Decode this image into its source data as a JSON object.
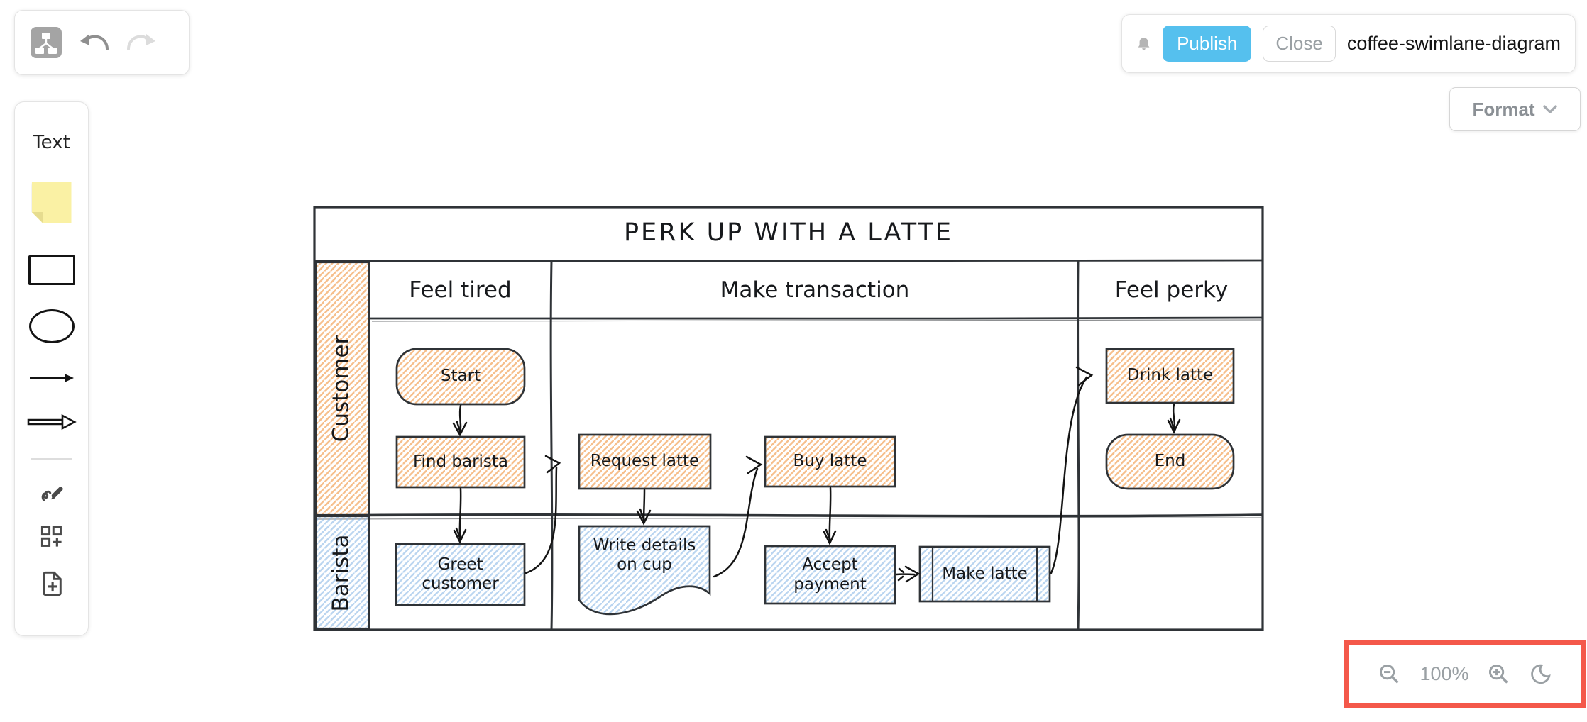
{
  "toolbar_left": {
    "logo_icon": "diagram-app-icon",
    "undo_icon": "undo-arrow",
    "redo_icon": "redo-arrow"
  },
  "toolbar_right": {
    "bell_icon": "notification-bell",
    "publish_label": "Publish",
    "close_label": "Close",
    "doc_title": "coffee-swimlane-diagram"
  },
  "format_button": {
    "label": "Format",
    "chevron_icon": "chevron-down"
  },
  "sidebar": {
    "text_tool_label": "Text",
    "tool_icons": [
      "sticky-note",
      "rectangle",
      "ellipse",
      "thin-arrow",
      "thick-arrow",
      "freehand-pen",
      "shapes-grid-plus",
      "file-plus"
    ]
  },
  "zoom_bar": {
    "zoom_out_icon": "magnifier-minus",
    "level": "100%",
    "zoom_in_icon": "magnifier-plus",
    "dark_mode_icon": "moon",
    "highlight_color": "#f4584a"
  },
  "diagram": {
    "title": "PERK UP WITH A LATTE",
    "columns": [
      "Feel tired",
      "Make transaction",
      "Feel perky"
    ],
    "lanes": [
      "Customer",
      "Barista"
    ],
    "nodes": {
      "start": "Start",
      "find_barista": "Find barista",
      "request_latte": "Request latte",
      "buy_latte": "Buy latte",
      "drink_latte": "Drink latte",
      "end": "End",
      "greet_customer": "Greet customer",
      "write_details": "Write details on cup",
      "accept_payment": "Accept payment",
      "make_latte": "Make latte"
    }
  },
  "colors": {
    "publish_blue": "#55c0ee",
    "annotation_red": "#f4584a",
    "hatch_orange": "#f3a65f",
    "hatch_blue": "#8cb9e6",
    "diagram_stroke": "#2f3337",
    "sticky_yellow": "#faf1a4"
  }
}
